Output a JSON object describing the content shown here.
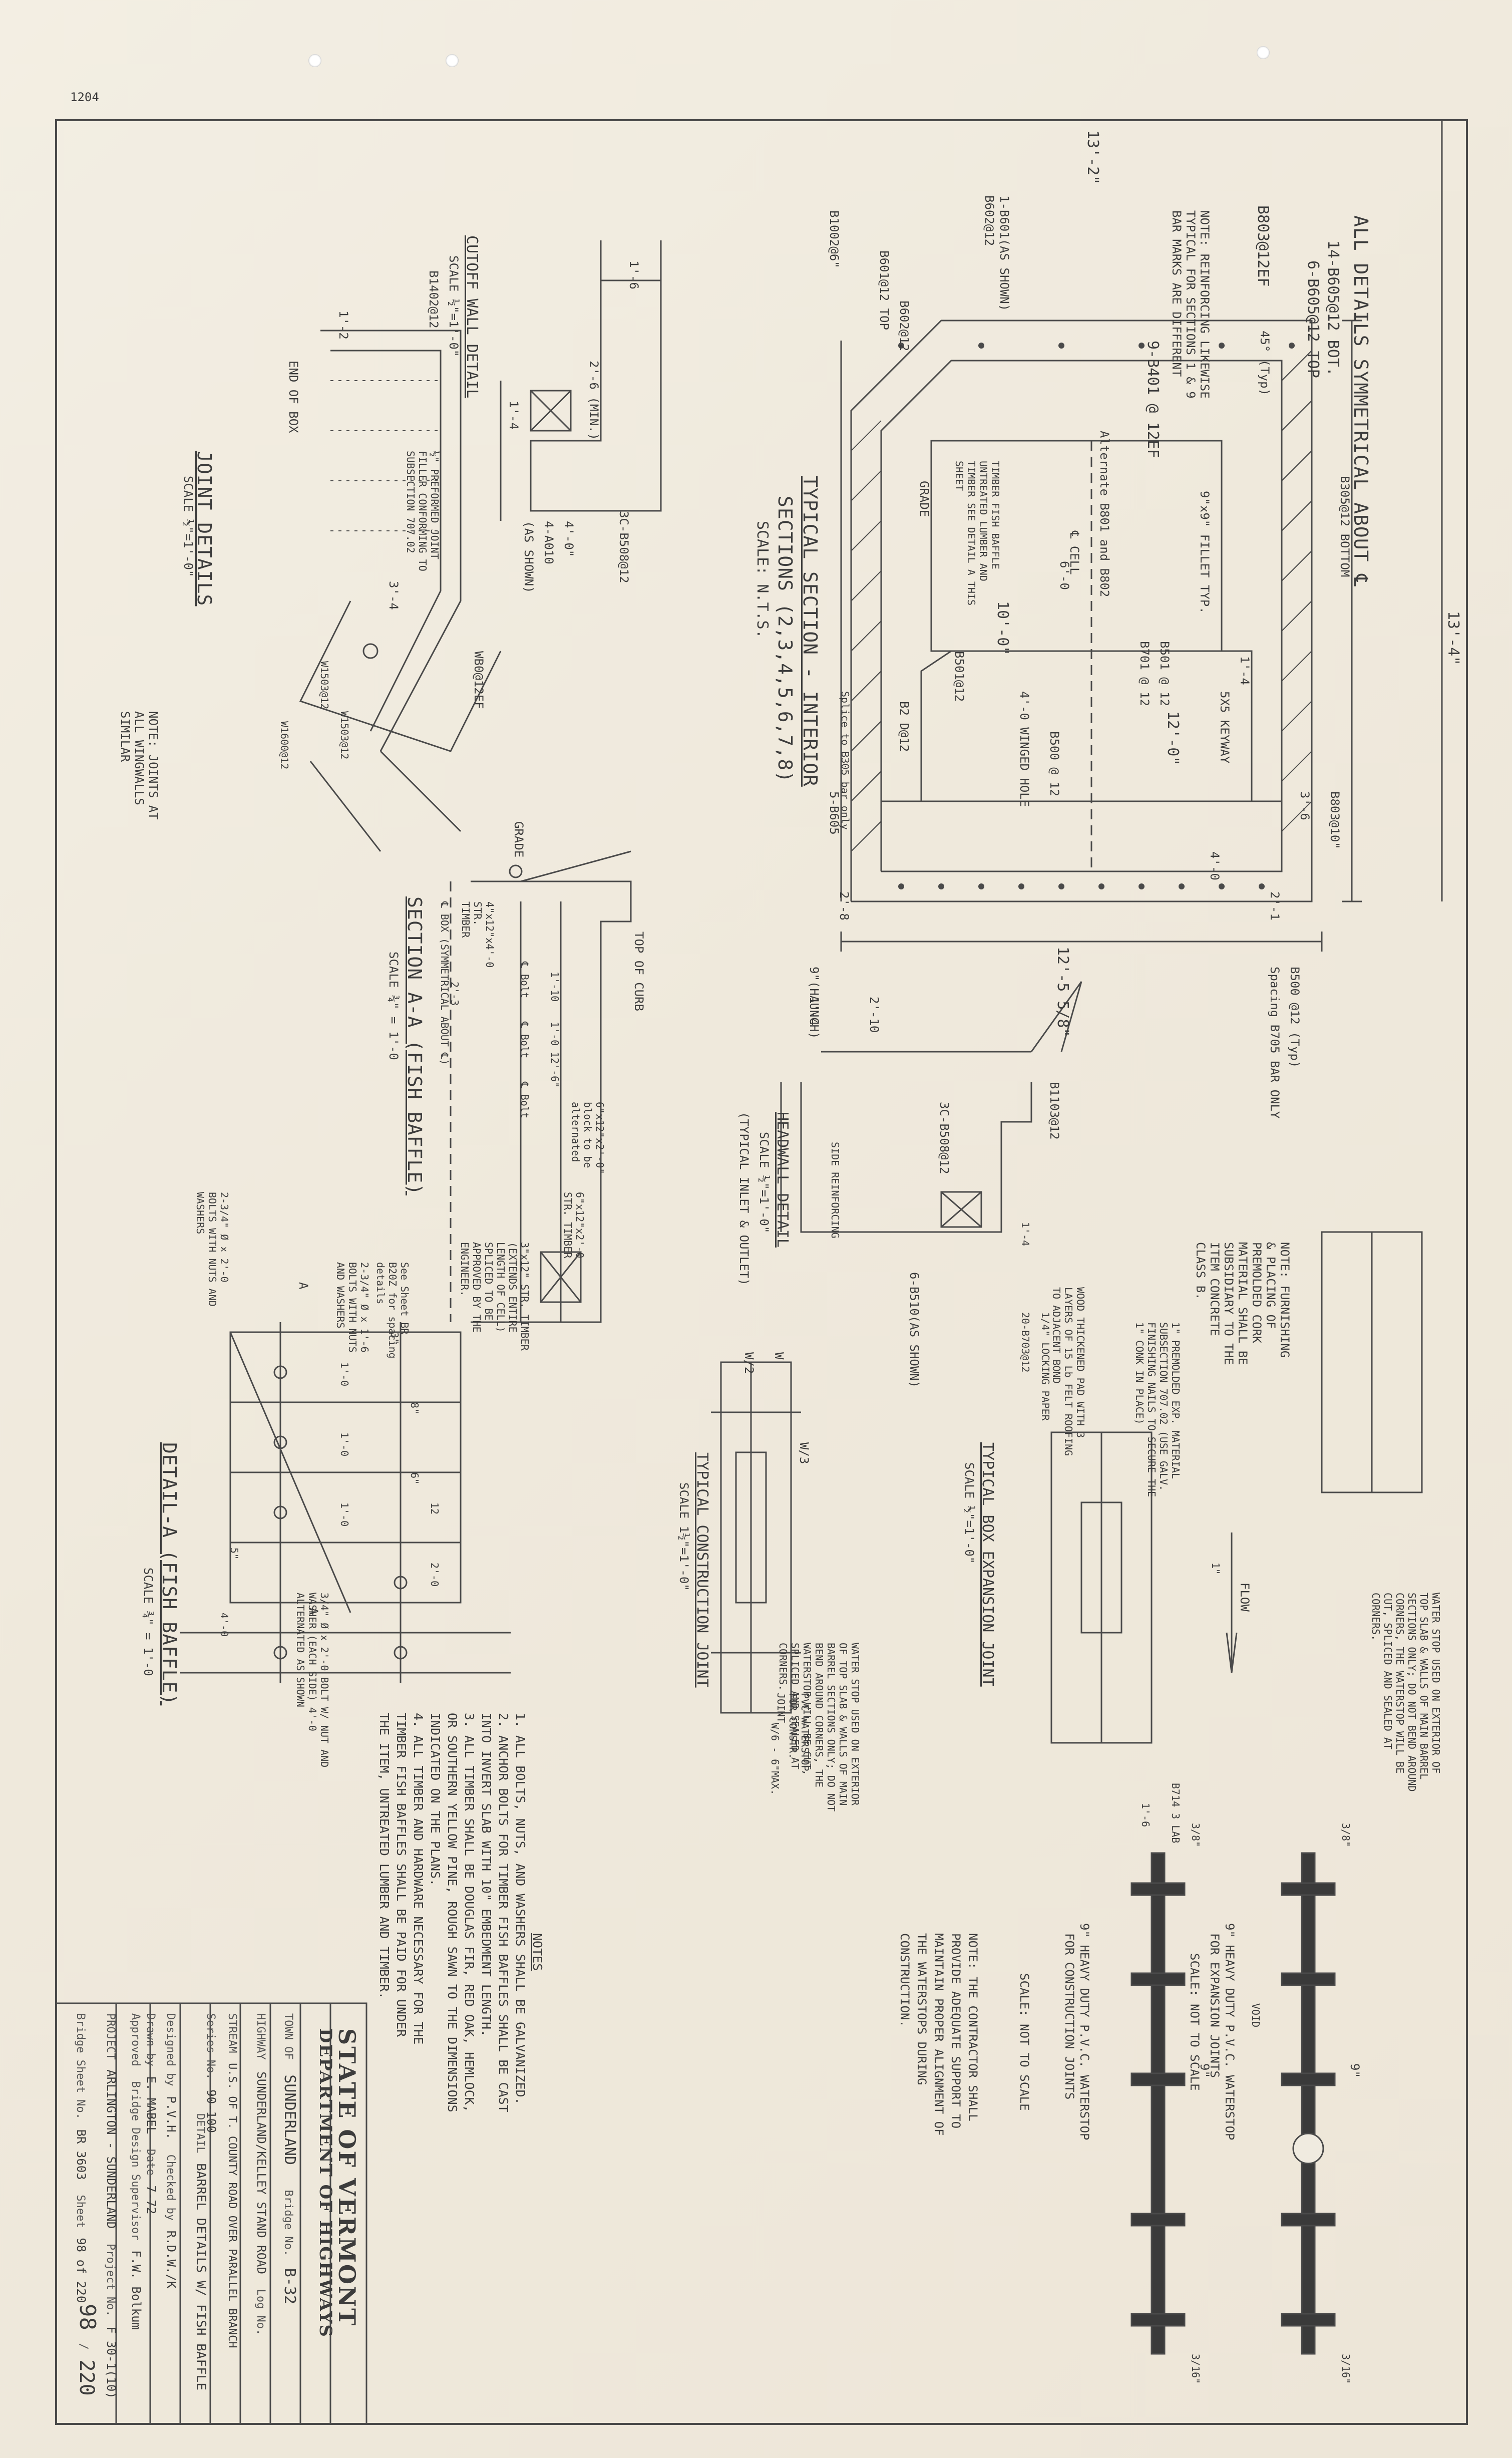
{
  "sheet": {
    "corner_mark": "1204",
    "top_section": {
      "title": "ALL DETAILS SYMMETRICAL ABOUT ℄",
      "dims": [
        "13'-2\"",
        "13'-4\"",
        "12'-5 5/8\"",
        "12'-0\"",
        "10'-0\"",
        "2'-8",
        "2'-1",
        "4'-0",
        "3'-6",
        "1'-4",
        "6'-0",
        "9\"x9\" FILLET TYP."
      ],
      "bars": [
        "14-B605@12 BOT.",
        "6-B605@12 TOP",
        "B803@12EF",
        "9-B401 @ 12EF",
        "1-B601(AS SHOWN)",
        "B602@12",
        "B1002@6\"",
        "B601@12 TOP",
        "B602@12",
        "B500 @ 12",
        "B501 @ 12",
        "B701 @ 12",
        "B305@12 BOTTOM",
        "5X5 KEYWAY",
        "B803@10\"",
        "B500 @12 (Typ)",
        "Spacing B705 BAR ONLY"
      ],
      "note": "NOTE: REINFORCING LIKEWISE TYPICAL FOR SECTIONS 1 & 9 BAR MARKS ARE DIFFERENT",
      "section_title": "TYPICAL SECTION - INTERIOR",
      "section_sub": "SECTIONS (2,3,4,5,6,7,8)",
      "section_scale": "SCALE: N.T.S.",
      "misc": [
        "45° (Typ)",
        "Alternate B801 and B802",
        "℄ CELL",
        "TIMBER FISH BAFFLE UNTREATED LUMBER AND TIMBER SEE DETAIL A THIS SHEET",
        "GRADE",
        "4'-0 WINGED HOLE",
        "B2 D@12",
        "Splice to B305 bar only",
        "B501@12",
        "5-B605"
      ]
    },
    "cutoff_wall": {
      "title": "CUTOFF WALL DETAIL",
      "scale": "SCALE ½\"=1'-0\"",
      "labels": [
        "1'-6",
        "2'-6 (MIN.)",
        "1'-4",
        "4'-0\"",
        "4-A010",
        "(AS SHOWN)",
        "3C-B508@12"
      ]
    },
    "joint_details": {
      "title": "JOINT DETAILS",
      "scale": "SCALE ½\"=1'-0\"",
      "labels": [
        "1'-2",
        "B1402@12",
        "END OF BOX",
        "½\" PREFORMED JOINT FILLER CONFORMING TO SUBSECTION 707.02",
        "3'-4",
        "WB0@12EF",
        "W1503@12",
        "W1503@12",
        "W1600@12"
      ],
      "note": "NOTE: JOINTS AT ALL WINGWALLS SIMILAR"
    },
    "section_aa": {
      "title": "SECTION A-A (FISH BAFFLE)",
      "scale": "SCALE ¾\" = 1'-0",
      "labels": [
        "GRADE",
        "TOP OF CURB",
        "6\"x12\"x2'-0\" block to be alternated",
        "6\"x12\"x2'-0 STR. TIMBER",
        "4\"x12\"x4'-0 STR. TIMBER",
        "℄ BOX (SYMMETRICAL ABOUT ℄)",
        "2'-3",
        "12'-6\"",
        "3\"x12\" STR. TIMBER (EXTENDS ENTIRE LENGTH OF CELL) SPLICED TO BE APPROVED BY THE ENGINEER.",
        "1'-10",
        "1'-0",
        "℄ Bolt",
        "℄ Bolt",
        "℄ Bolt"
      ]
    },
    "headwall": {
      "title": "HEADWALL DETAIL",
      "scale": "SCALE ½\"=1'-0\"",
      "sub": "(TYPICAL INLET & OUTLET)",
      "labels": [
        "9\"(HAUNCH)",
        "1'-4",
        "2'-10",
        "6-B510(AS SHOWN)",
        "3C-B508@12",
        "SIDE REINFORCING",
        "B1103@12",
        "1'-4"
      ]
    },
    "construction_joint": {
      "title": "TYPICAL CONSTRUCTION JOINT",
      "scale": "SCALE 1½\"=1'-0\"",
      "labels": [
        "W",
        "W/3",
        "W/2",
        "W/6 - 6\"MAX.",
        "PVC WATERSTOP FOR CONSTR. JOINT",
        "WATER STOP USED ON EXTERIOR OF TOP SLAB & WALLS OF MAIN BARREL SECTIONS ONLY; DO NOT BEND AROUND CORNERS, THE WATERSTOP WILL BE CUT, SPLICED AND SEALED AT CORNERS."
      ]
    },
    "expansion_joint": {
      "title": "TYPICAL BOX EXPANSION JOINT",
      "scale": "SCALE ½\"=1'-0\"",
      "labels": [
        "FLOW",
        "B714 3 LAB",
        "1'-6",
        "1\"",
        "1\" PREMOLDED EXP. MATERIAL SUBSECTION 707.02 (USE GALV. FINISHING NAILS TO SECURE THE 1\" CONK IN PLACE)",
        "WOOD THICKENED PAD WITH 3 LAYERS OF 15 Lb FELT ROOFING TO ADJACENT BOND",
        "1/4\" LOCKING PAPER",
        "20-B703@12"
      ],
      "note": "NOTE: FURNISHING & PLACING OF PREMOLDED CORK MATERIAL SHALL BE SUBSIDIARY TO THE ITEM CONCRETE CLASS B.",
      "waterstop_note": "WATER STOP USED ON EXTERIOR OF TOP SLAB & WALLS OF MAIN BARREL SECTIONS ONLY; DO NOT BEND AROUND CORNERS, THE WATERSTOP WILL BE CUT, SPLICED AND SEALED AT CORNERS."
    },
    "detail_a": {
      "title": "DETAIL-A (FISH BAFFLE)",
      "scale": "SCALE ¾\" = 1'-0",
      "labels": [
        "2-3/4\" Ø x 2'-0 BOLTS WITH NUTS AND WASHERS",
        "See Sheet BR B20Z for spacing details",
        "2-3/4\" Ø x 1'-6 BOLTS WITH NUTS AND WASHERS",
        "3/4\" Ø x 2'-0 BOLT W/ NUT AND WASHER (EACH SIDE) 4'-0 ALTERNATED AS SHOWN",
        "A",
        "A",
        "4'-0",
        "1'-0",
        "1'-0",
        "1'-0",
        "3\"",
        "5\"",
        "2'-0",
        "12",
        "8\"",
        "6\""
      ]
    },
    "notes": {
      "title": "NOTES",
      "items": [
        "1.  ALL BOLTS, NUTS, AND WASHERS SHALL BE GALVANIZED.",
        "2.  ANCHOR BOLTS FOR TIMBER FISH BAFFLES SHALL BE CAST",
        "     INTO INVERT SLAB WITH 10\" EMBEDMENT LENGTH.",
        "3.  ALL TIMBER SHALL BE DOUGLAS FIR, RED OAK, HEMLOCK,",
        "     OR SOUTHERN YELLOW PINE, ROUGH SAWN TO THE DIMENSIONS",
        "     INDICATED ON THE PLANS.",
        "4.  ALL TIMBER AND HARDWARE NECESSARY FOR THE",
        "     TIMBER FISH BAFFLES SHALL BE PAID FOR UNDER",
        "     THE ITEM, UNTREATED LUMBER AND TIMBER."
      ],
      "contractor_note": "NOTE: THE CONTRACTOR SHALL PROVIDE ADEQUATE SUPPORT TO MAINTAIN PROPER ALIGNMENT OF THE WATERSTOPS DURING CONSTRUCTION."
    },
    "waterstops": {
      "upper_title": "9\" HEAVY DUTY P.V.C. WATERSTOP",
      "upper_sub": "FOR EXPANSION JOINTS",
      "upper_scale": "SCALE: NOT TO SCALE",
      "upper_dims": [
        "9\"",
        "3/8\"",
        "3/16\"",
        "VOID"
      ],
      "lower_title": "9\" HEAVY DUTY P.V.C. WATERSTOP",
      "lower_sub": "FOR CONSTRUCTION JOINTS",
      "lower_scale": "SCALE: NOT TO SCALE",
      "lower_dims": [
        "9\"",
        "3/8\"",
        "3/16\""
      ]
    },
    "title_block": {
      "state": "STATE OF VERMONT",
      "dept": "DEPARTMENT OF HIGHWAYS",
      "rows": [
        {
          "label": "TOWN OF",
          "value": "SUNDERLAND",
          "label2": "Bridge No.",
          "value2": "B-32"
        },
        {
          "label": "HIGHWAY",
          "value": "SUNDERLAND/KELLEY STAND ROAD",
          "label2": "Log No.",
          "value2": ""
        },
        {
          "label": "STREAM",
          "value": "U.S. OF T. COUNTY ROAD OVER PARALLEL BRANCH",
          "label2": "Series No.",
          "value2": "90-100"
        },
        {
          "label": "DETAIL",
          "value": "BARREL DETAILS W/ FISH BAFFLE",
          "label2": "",
          "value2": ""
        },
        {
          "label": "Designed by",
          "value": "P.V.H.",
          "label2": "Checked by",
          "value2": "R.D.W./K"
        },
        {
          "label": "Drawn by",
          "value": "E. MABEL",
          "label2": "Date",
          "value2": "7-72"
        },
        {
          "label": "Approved",
          "value": "",
          "label2": "Bridge Design Supervisor",
          "value2": "F.W. Bolkum"
        },
        {
          "label": "PROJECT",
          "value": "ARLINGTON - SUNDERLAND",
          "label2": "Project No.",
          "value2": "F 30-1(10)"
        },
        {
          "label": "Bridge Sheet No.",
          "value": "BR 3603",
          "label2": "Sheet",
          "value2": "98 of 220"
        }
      ],
      "sheet_no": "98",
      "sheet_of": "220"
    }
  }
}
